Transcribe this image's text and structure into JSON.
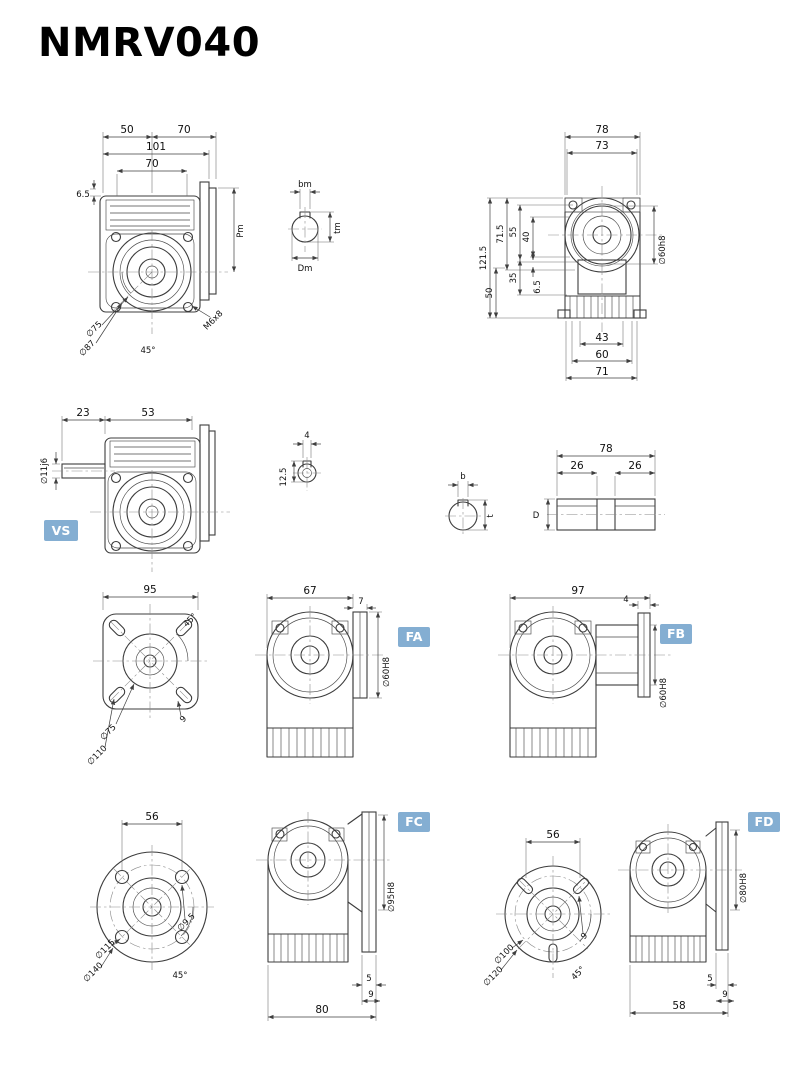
{
  "title": "NMRV040",
  "colors": {
    "badge": "#84aed2"
  },
  "v1": {
    "d50": "50",
    "d70a": "70",
    "d101": "101",
    "d70b": "70",
    "d65": "6.5",
    "pm": "Pm",
    "m6x8": "M6x8",
    "d75": "∅75",
    "d87": "∅87",
    "a45": "45°"
  },
  "vshaft": {
    "bm": "bm",
    "tm": "tm",
    "dm": "Dm"
  },
  "v2": {
    "d78": "78",
    "d73": "73",
    "d1215": "121.5",
    "d715": "71.5",
    "d55": "55",
    "d40": "40",
    "d35": "35",
    "d65": "6.5",
    "d50": "50",
    "d60h8": "∅60h8",
    "d43": "43",
    "d60": "60",
    "d71": "71"
  },
  "v3": {
    "d23": "23",
    "d53": "53",
    "d11j6": "∅11j6",
    "badge": "VS"
  },
  "v4": {
    "d4": "4",
    "d125": "12.5"
  },
  "v5": {
    "b": "b",
    "t": "t",
    "dD": "D",
    "d78": "78",
    "d26a": "26",
    "d26b": "26"
  },
  "v6": {
    "d95": "95",
    "a45": "45°",
    "d75": "∅75",
    "d110": "∅110",
    "d9": "9"
  },
  "v7": {
    "d67": "67",
    "d7": "7",
    "d60h8": "∅60H8",
    "badge": "FA"
  },
  "v8": {
    "d97": "97",
    "d4": "4",
    "d60h8": "∅60H8",
    "badge": "FB"
  },
  "v9": {
    "d56": "56",
    "d115": "∅115",
    "d140": "∅140",
    "d95": "∅9.5",
    "a45": "45°"
  },
  "v10": {
    "d95h8": "∅95H8",
    "d5": "5",
    "d9": "9",
    "d80": "80",
    "badge": "FC"
  },
  "v11": {
    "d56": "56",
    "d100": "∅100",
    "d120": "∅120",
    "d9": "9",
    "a45": "45°"
  },
  "v12": {
    "d80h8": "∅80H8",
    "d5": "5",
    "d9": "9",
    "d58": "58",
    "badge": "FD"
  }
}
